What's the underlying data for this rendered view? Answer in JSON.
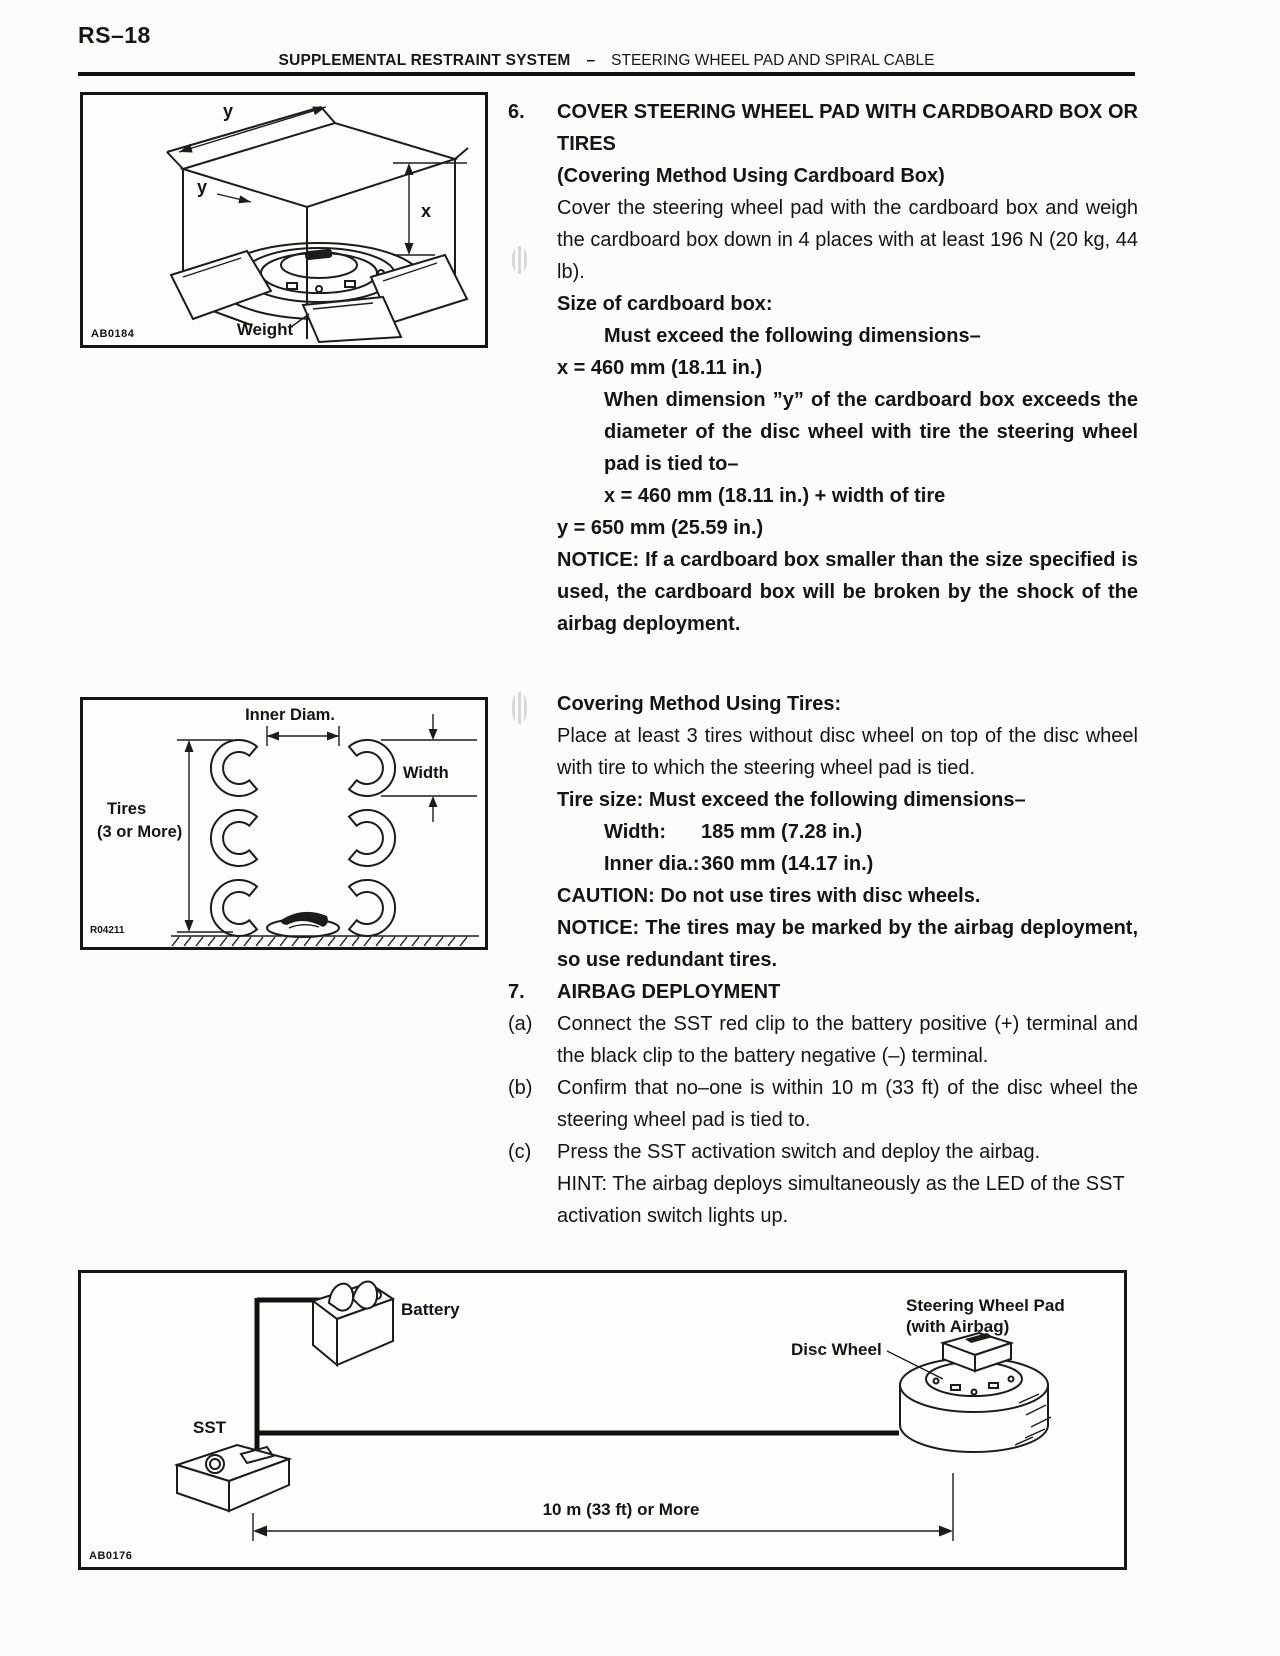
{
  "page": {
    "number": "RS–18",
    "section": "SUPPLEMENTAL RESTRAINT SYSTEM",
    "separator": "–",
    "topic": "STEERING WHEEL PAD AND SPIRAL CABLE"
  },
  "item6": {
    "number": "6.",
    "title": "COVER STEERING WHEEL PAD WITH CARDBOARD BOX OR TIRES",
    "subtitle": "(Covering Method Using Cardboard Box)",
    "body": "Cover the steering wheel pad with the cardboard box and weigh the cardboard box down in 4 places with at least 196 N (20 kg, 44 lb).",
    "size_label": "Size of cardboard box:",
    "must_exceed": "Must exceed the following dimensions–",
    "x_dim": "x = 460 mm (18.11 in.)",
    "when_clause": "When dimension ”y” of the cardboard box exceeds the diameter of the disc wheel with tire the steering wheel pad is tied to–",
    "x_dim2": "x = 460 mm (18.11 in.) + width of tire",
    "y_dim": "y = 650 mm (25.59 in.)",
    "notice": "NOTICE: If a cardboard box smaller than the size specified is used, the cardboard box will be broken by the shock of the airbag deployment."
  },
  "tires_method": {
    "title": "Covering Method Using Tires:",
    "body": "Place at least 3 tires without disc wheel on top of the disc wheel with tire to which the steering wheel pad is tied.",
    "tire_size": "Tire size: Must exceed the following dimensions–",
    "width_label": "Width:",
    "width_value": "185 mm (7.28 in.)",
    "inner_label": "Inner dia.:",
    "inner_value": "360 mm (14.17 in.)",
    "caution": "CAUTION: Do not use tires with disc wheels.",
    "notice": "NOTICE: The tires may be marked by the airbag deployment, so use redundant tires."
  },
  "item7": {
    "number": "7.",
    "title": "AIRBAG DEPLOYMENT",
    "steps": [
      {
        "label": "(a)",
        "text": "Connect the SST red clip to the battery positive (+) terminal and the black clip to the battery negative (–) terminal."
      },
      {
        "label": "(b)",
        "text": "Confirm that no–one is within 10 m (33 ft) of the disc wheel the steering wheel pad is tied to."
      },
      {
        "label": "(c)",
        "text": "Press the SST activation switch and deploy the airbag."
      }
    ],
    "hint": "HINT: The airbag deploys simultaneously as the LED of the SST activation switch lights up."
  },
  "fig_box": {
    "code": "AB0184",
    "y_top": "y",
    "y_side": "y",
    "x": "x",
    "weight": "Weight"
  },
  "fig_tires": {
    "code": "R04211",
    "inner_diam": "Inner Diam.",
    "width": "Width",
    "tires1": "Tires",
    "tires2": "(3 or More)"
  },
  "fig_deploy": {
    "code": "AB0176",
    "sst": "SST",
    "battery": "Battery",
    "disc_wheel": "Disc Wheel",
    "pad1": "Steering Wheel Pad",
    "pad2": "(with Airbag)",
    "distance": "10 m (33 ft) or More"
  }
}
